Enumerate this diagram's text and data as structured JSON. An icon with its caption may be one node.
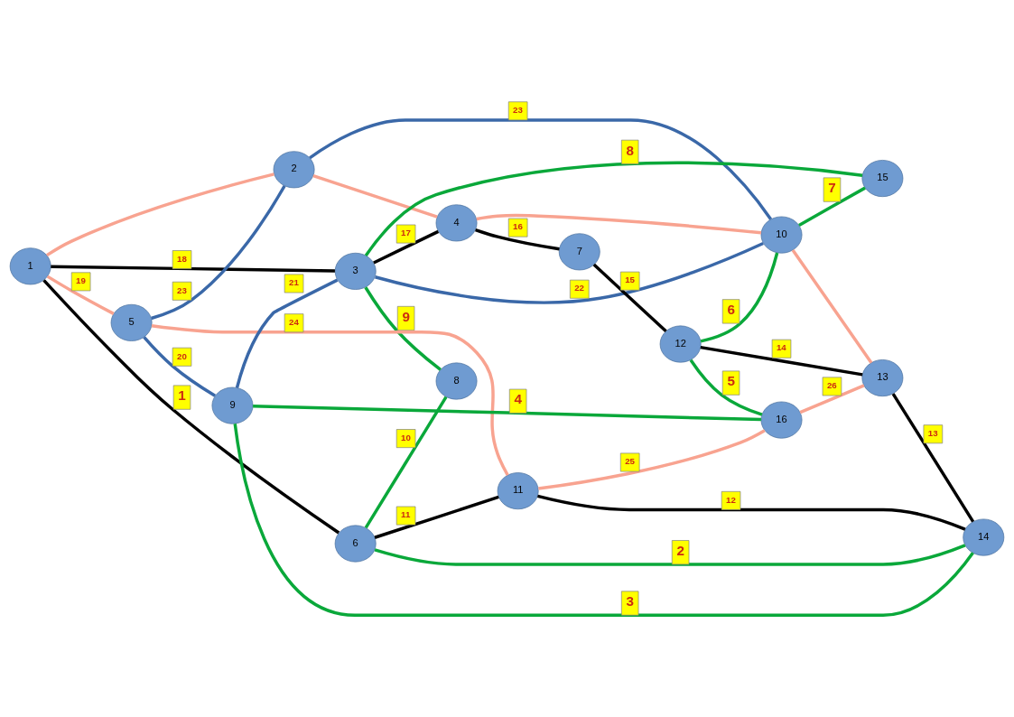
{
  "diagram": {
    "nodes": [
      {
        "text": [
          "1"
        ]
      },
      {
        "text": [
          "2"
        ]
      },
      {
        "text": [
          "3"
        ]
      },
      {
        "text": [
          "4"
        ]
      },
      {
        "text": [
          "5"
        ]
      },
      {
        "text": [
          "6"
        ]
      },
      {
        "text": [
          "7"
        ]
      },
      {
        "text": [
          "8"
        ]
      },
      {
        "text": [
          "9"
        ]
      },
      {
        "text": [
          "10"
        ]
      },
      {
        "text": [
          "11"
        ]
      },
      {
        "text": [
          "12"
        ]
      },
      {
        "text": [
          "13"
        ]
      },
      {
        "text": [
          "14"
        ]
      },
      {
        "text": [
          "15"
        ]
      },
      {
        "text": [
          "16"
        ]
      }
    ],
    "edges": [
      {
        "from": 0,
        "to": 2,
        "arrow": "none",
        "label": "18"
      },
      {
        "from": 0,
        "to": 5,
        "arrow": "none",
        "label": "1"
      },
      {
        "from": 2,
        "to": 3,
        "arrow": "none",
        "label": "17"
      },
      {
        "from": 3,
        "to": 6,
        "arrow": "none",
        "label": "16"
      },
      {
        "from": 5,
        "to": 10,
        "arrow": "none",
        "label": "11"
      },
      {
        "from": 6,
        "to": 11,
        "arrow": "none",
        "label": "15"
      },
      {
        "from": 10,
        "to": 13,
        "arrow": "none",
        "label": "12"
      },
      {
        "from": 11,
        "to": 12,
        "arrow": "none",
        "label": "14"
      },
      {
        "from": 12,
        "to": 13,
        "arrow": "none",
        "label": "13"
      },
      {
        "from": 0,
        "to": 4,
        "arrow": "none",
        "label": "19",
        "color": "#f8a390"
      },
      {
        "from": 0,
        "to": 1,
        "arrow": "none",
        "color": "#f8a390"
      },
      {
        "from": 1,
        "to": 3,
        "arrow": "none",
        "color": "#f8a390"
      },
      {
        "from": 3,
        "to": 9,
        "arrow": "none",
        "color": "#f8a390"
      },
      {
        "from": 9,
        "to": 12,
        "arrow": "none",
        "color": "#f8a390"
      },
      {
        "from": 4,
        "to": 10,
        "arrow": "none",
        "label": "24",
        "color": "#f8a390"
      },
      {
        "from": 10,
        "to": 15,
        "arrow": "none",
        "label": "25",
        "color": "#f8a390"
      },
      {
        "from": 15,
        "to": 12,
        "arrow": "none",
        "label": "26",
        "color": "#f8a390"
      },
      {
        "from": 8,
        "to": 2,
        "arrow": "none",
        "label": "21",
        "color": "#3a68a8"
      },
      {
        "from": 4,
        "to": 1,
        "arrow": "none",
        "label": "23",
        "color": "#3a68a8"
      },
      {
        "from": 4,
        "to": 8,
        "arrow": "none",
        "label": "20",
        "color": "#3a68a8"
      },
      {
        "from": 1,
        "to": 9,
        "arrow": "none",
        "label": "23",
        "color": "#3a68a8"
      },
      {
        "from": 2,
        "to": 9,
        "arrow": "none",
        "label": "22",
        "color": "#3a68a8"
      },
      {
        "from": 5,
        "to": 7,
        "arrow": "none",
        "label": "10",
        "color": "#0aa83a"
      },
      {
        "from": 2,
        "to": 7,
        "arrow": "none",
        "label": "9",
        "color": "#0aa83a"
      },
      {
        "from": 2,
        "to": 14,
        "arrow": "none",
        "label": "8",
        "color": "#0aa83a"
      },
      {
        "from": 5,
        "to": 13,
        "arrow": "none",
        "label": "2",
        "color": "#0aa83a"
      },
      {
        "from": 8,
        "to": 13,
        "arrow": "none",
        "label": "3",
        "color": "#0aa83a"
      },
      {
        "from": 8,
        "to": 15,
        "arrow": "none",
        "label": "4",
        "color": "#0aa83a"
      },
      {
        "from": 11,
        "to": 15,
        "arrow": "none",
        "label": "5",
        "color": "#0aa83a"
      },
      {
        "from": 11,
        "to": 9,
        "arrow": "none",
        "label": "6",
        "color": "#0aa83a"
      },
      {
        "from": 9,
        "to": 14,
        "arrow": "none",
        "label": "7",
        "color": "#0aa83a"
      }
    ]
  }
}
